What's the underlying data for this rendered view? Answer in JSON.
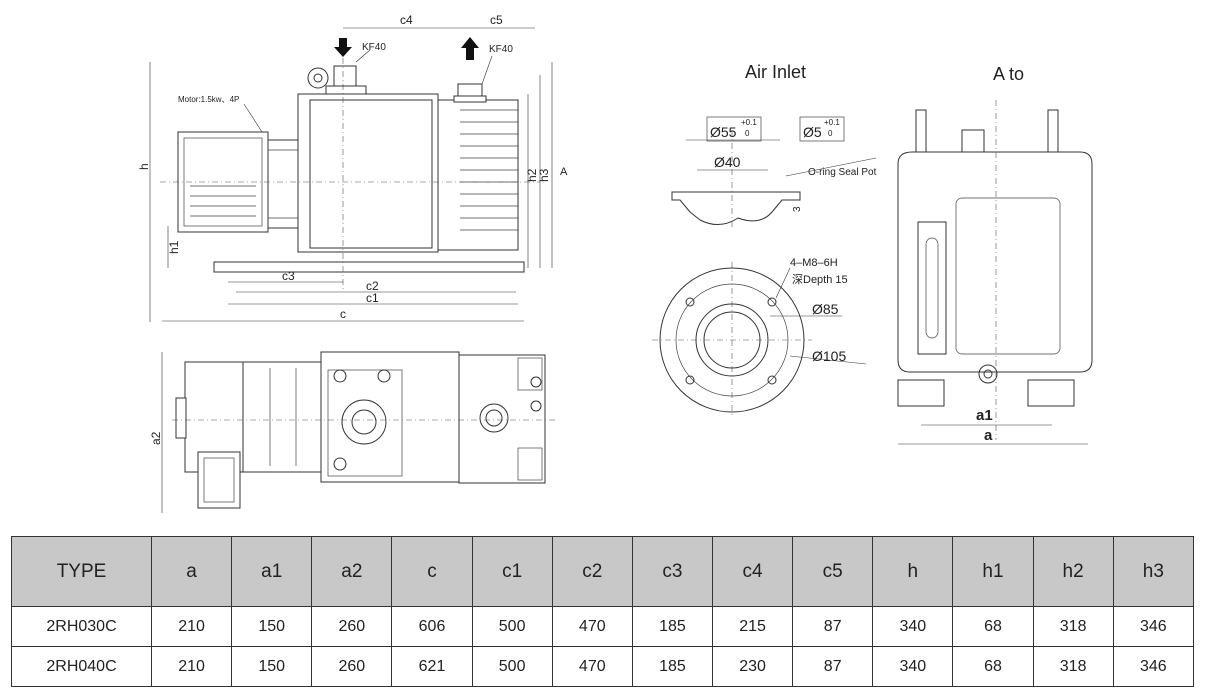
{
  "drawing": {
    "labels": {
      "c4": "c4",
      "c5": "c5",
      "kf40_in": "KF40",
      "kf40_out": "KF40",
      "motor": "Motor:1.5kw、4P",
      "h": "h",
      "h1": "h1",
      "h2": "h2",
      "h3": "h3",
      "A": "A",
      "c": "c",
      "c1": "c1",
      "c2": "c2",
      "c3": "c3",
      "a2": "a2",
      "air_inlet": "Air Inlet",
      "a_to": "A to",
      "d55": "Ø55",
      "d55_tol_up": "+0.1",
      "d55_tol_low": "0",
      "d5": "Ø5",
      "d5_tol_up": "+0.1",
      "d5_tol_low": "0",
      "d40": "Ø40",
      "oring": "O-ring Seal Pot",
      "three": "3",
      "m8": "4–M8–6H",
      "depth": "深Depth 15",
      "d85": "Ø85",
      "d105": "Ø105",
      "a1": "a1",
      "a": "a"
    }
  },
  "table": {
    "headers": [
      "TYPE",
      "a",
      "a1",
      "a2",
      "c",
      "c1",
      "c2",
      "c3",
      "c4",
      "c5",
      "h",
      "h1",
      "h2",
      "h3"
    ],
    "rows": [
      [
        "2RH030C",
        "210",
        "150",
        "260",
        "606",
        "500",
        "470",
        "185",
        "215",
        "87",
        "340",
        "68",
        "318",
        "346"
      ],
      [
        "2RH040C",
        "210",
        "150",
        "260",
        "621",
        "500",
        "470",
        "185",
        "230",
        "87",
        "340",
        "68",
        "318",
        "346"
      ]
    ]
  }
}
